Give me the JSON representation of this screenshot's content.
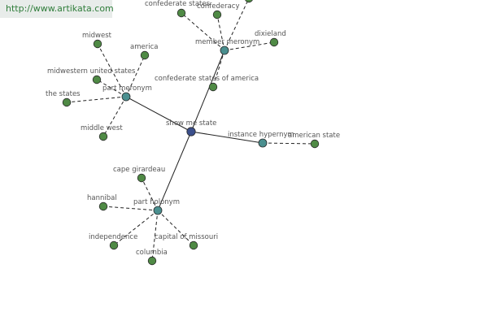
{
  "watermark": "http://www.artikata.com",
  "colors": {
    "center_node": "#3b4f8c",
    "relation_node": "#4a8f8f",
    "leaf_node": "#4f8a45",
    "node_outline": "#2a2a2a",
    "edge": "#222222",
    "label": "#555555"
  },
  "center": {
    "label": "show me state"
  },
  "relations": [
    {
      "label": "member meronym",
      "leaves": [
        "confederate states",
        "confederacy",
        "dixieland",
        "confederate states of america",
        ""
      ]
    },
    {
      "label": "part meronym",
      "leaves": [
        "midwest",
        "america",
        "midwestern united states",
        "the states",
        "middle west"
      ]
    },
    {
      "label": "instance hypernym",
      "leaves": [
        "american state"
      ]
    },
    {
      "label": "part holonym",
      "leaves": [
        "cape girardeau",
        "hannibal",
        "independence",
        "columbia",
        "capital of missouri"
      ]
    }
  ]
}
